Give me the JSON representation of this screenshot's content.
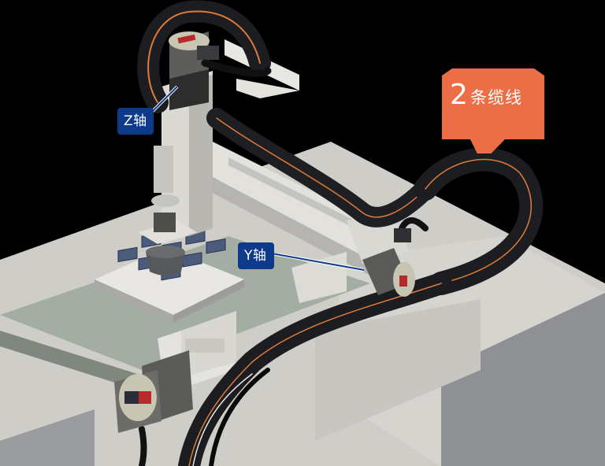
{
  "figure": {
    "subject": "XYZ gantry robot with cable carriers",
    "background_color": "#000000"
  },
  "labels": {
    "z_axis": {
      "text": "Z轴",
      "color": "#0d3a8a"
    },
    "y_axis": {
      "text": "Y轴",
      "color": "#0d3a8a"
    },
    "cable_count": {
      "number": "2",
      "text": "条缆线",
      "color": "#ec6e47"
    }
  },
  "colors": {
    "base_light": "#d4d3cf",
    "base_shadow": "#8c8e92",
    "table_green": "#9ea89e",
    "cable_chain": "#1c1d20",
    "cable_accent": "#e07a3a",
    "motor_gray": "#5a5b58",
    "encoder_red": "#b82a2a",
    "part_blue": "#4a5a7a"
  }
}
